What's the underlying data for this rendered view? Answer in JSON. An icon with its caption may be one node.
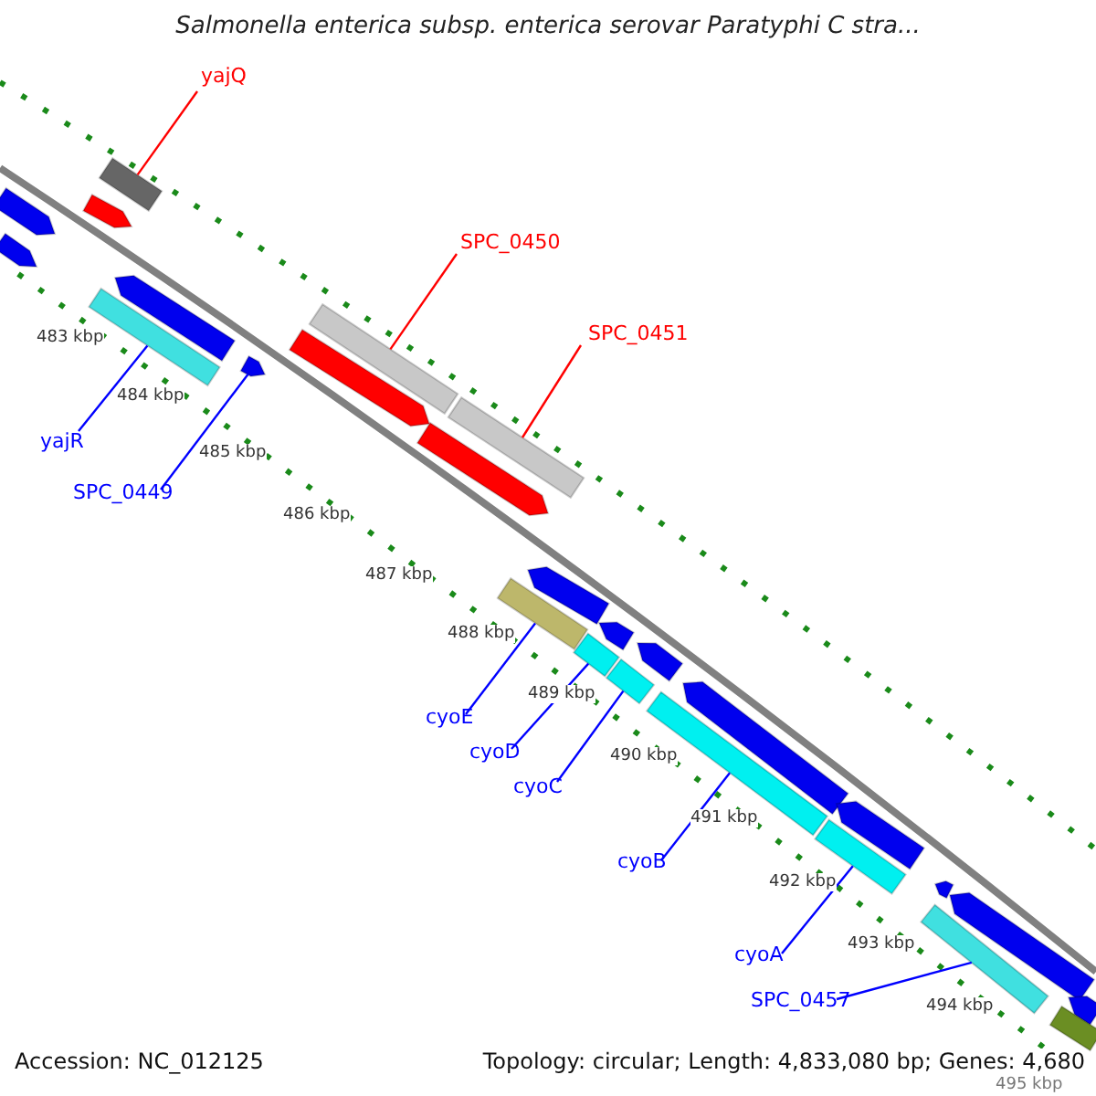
{
  "diagram": {
    "title": "Salmonella enterica subsp. enterica serovar Paratyphi C stra...",
    "nodes": [
      {
        "text": [
          "yajQ"
        ]
      },
      {
        "text": [],
        "shape": "bar"
      },
      {
        "text": [
          "SPC_0450"
        ]
      },
      {
        "text": [],
        "shape": "bar"
      },
      {
        "text": [
          "SPC_0451"
        ]
      },
      {
        "text": [],
        "shape": "bar"
      },
      {
        "text": [
          "yajR"
        ]
      },
      {
        "text": [],
        "shape": "bar"
      },
      {
        "text": [
          "SPC_0449"
        ]
      },
      {
        "text": [],
        "shape": "bar"
      },
      {
        "text": [
          "cyoE"
        ]
      },
      {
        "text": [],
        "shape": "bar"
      },
      {
        "text": [
          "cyoD"
        ]
      },
      {
        "text": [],
        "shape": "bar"
      },
      {
        "text": [
          "cyoC"
        ]
      },
      {
        "text": [],
        "shape": "bar"
      },
      {
        "text": [
          "cyoB"
        ]
      },
      {
        "text": [],
        "shape": "bar"
      },
      {
        "text": [
          "cyoA"
        ]
      },
      {
        "text": [],
        "shape": "bar"
      },
      {
        "text": [
          "SPC_0457"
        ]
      },
      {
        "text": [],
        "shape": "bar"
      },
      {
        "text": [],
        "shape": "bar"
      },
      {
        "text": [],
        "shape": "bar"
      },
      {
        "text": [],
        "shape": "bar"
      },
      {
        "text": [],
        "shape": "bar"
      },
      {
        "text": [],
        "shape": "bar"
      },
      {
        "text": [],
        "shape": "bar"
      },
      {
        "text": [],
        "shape": "bar"
      },
      {
        "text": [],
        "shape": "bar"
      },
      {
        "text": [],
        "shape": "bar"
      },
      {
        "text": [],
        "shape": "bar"
      },
      {
        "text": [],
        "shape": "bar"
      },
      {
        "text": [],
        "shape": "bar"
      },
      {
        "text": [],
        "shape": "bar"
      },
      {
        "text": [],
        "shape": "bar"
      },
      {
        "text": [],
        "shape": "bar"
      }
    ],
    "edges": [
      {
        "from": 0,
        "to": 1,
        "arrow": "none",
        "color": "#ff0000"
      },
      {
        "from": 2,
        "to": 3,
        "arrow": "none",
        "color": "#ff0000"
      },
      {
        "from": 4,
        "to": 5,
        "arrow": "none",
        "color": "#ff0000"
      },
      {
        "from": 6,
        "to": 7,
        "arrow": "none"
      },
      {
        "from": 8,
        "to": 9,
        "arrow": "none"
      },
      {
        "from": 10,
        "to": 11,
        "arrow": "none"
      },
      {
        "from": 12,
        "to": 13,
        "arrow": "none"
      },
      {
        "from": 14,
        "to": 15,
        "arrow": "none"
      },
      {
        "from": 16,
        "to": 17,
        "arrow": "none"
      },
      {
        "from": 18,
        "to": 19,
        "arrow": "none"
      },
      {
        "from": 20,
        "to": 21,
        "arrow": "none"
      }
    ],
    "labels": [
      "483 kbp",
      "484 kbp",
      "485 kbp",
      "486 kbp",
      "487 kbp",
      "488 kbp",
      "489 kbp",
      "490 kbp",
      "491 kbp",
      "492 kbp",
      "493 kbp",
      "494 kbp",
      "495 kbp",
      "Accession: NC_012125",
      "Topology: circular; Length: 4,833,080 bp; Genes: 4,680"
    ]
  }
}
